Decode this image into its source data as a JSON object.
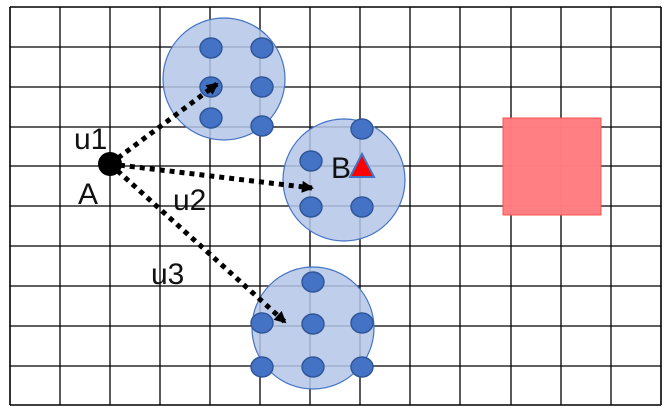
{
  "labels": {
    "point_a": "A",
    "point_b": "B",
    "vector_1": "u1",
    "vector_2": "u2",
    "vector_3": "u3"
  },
  "colors": {
    "grid": "#000000",
    "cluster_fill": "#b4c7e7",
    "cluster_stroke": "#4472c4",
    "dot_fill": "#4472c4",
    "dot_stroke": "#2f5597",
    "target_square": "#ff7c80",
    "arrow": "#000000",
    "point_a": "#000000",
    "marker_triangle": "#ff0000",
    "marker_triangle_stroke": "#4472c4"
  },
  "icons": {
    "target": "red-square",
    "marker": "red-triangle",
    "source": "black-dot"
  }
}
